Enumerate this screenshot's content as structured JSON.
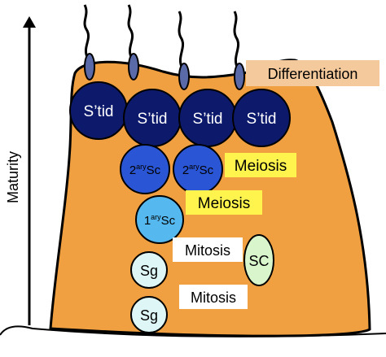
{
  "axis": {
    "label": "Maturity"
  },
  "cells": {
    "spermatids": [
      {
        "label": "S’tid"
      },
      {
        "label": "S’tid"
      },
      {
        "label": "S’tid"
      },
      {
        "label": "S’tid"
      }
    ],
    "secondary_spermatocytes": [
      {
        "prefix": "2",
        "sup": "ary",
        "suffix": "Sc"
      },
      {
        "prefix": "2",
        "sup": "ary",
        "suffix": "Sc"
      }
    ],
    "primary_spermatocyte": {
      "prefix": "1",
      "sup": "ary",
      "suffix": "Sc"
    },
    "spermatogonia": [
      {
        "label": "Sg"
      },
      {
        "label": "Sg"
      }
    ],
    "sertoli": {
      "label": "SC"
    }
  },
  "process_labels": {
    "differentiation": "Differentiation",
    "meiosis_upper": "Meiosis",
    "meiosis_lower": "Meiosis",
    "mitosis_upper": "Mitosis",
    "mitosis_lower": "Mitosis"
  },
  "colors": {
    "body": "#f0a040",
    "spermatid": "#0d1a6b",
    "secondary_spermatocyte": "#2a55d4",
    "primary_spermatocyte": "#55b8ee",
    "spermatogonium": "#dff6f7",
    "sertoli": "#d9f5cc",
    "differentiation_box": "#f4c99b",
    "meiosis_box": "#fff44d",
    "mitosis_box": "#ffffff",
    "sperm_head": "#5a6aa8"
  }
}
